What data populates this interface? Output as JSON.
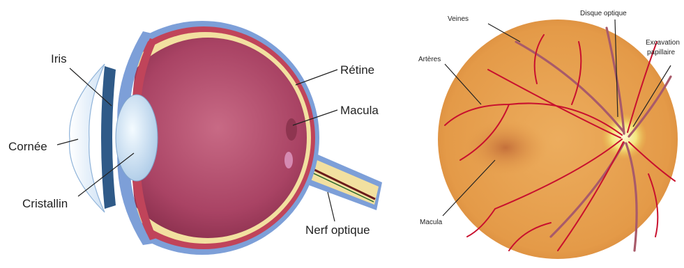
{
  "eye_cross_section": {
    "labels": {
      "iris": "Iris",
      "cornea": "Cornée",
      "lens": "Cristallin",
      "retina": "Rétine",
      "macula": "Macula",
      "optic_nerve": "Nerf optique"
    }
  },
  "fundus": {
    "labels": {
      "veins": "Veines",
      "optic_disc": "Disque optique",
      "excavation_line1": "Excavation",
      "excavation_line2": "papillaire",
      "arteries": "Artères",
      "macula": "Macula"
    }
  },
  "colors": {
    "sclera_blue": "#7d9fd8",
    "choroid_red": "#c0445a",
    "retina_yellow": "#f2e0a0",
    "vitreous": "#b8506e",
    "fundus_orange": "#e8a552",
    "vessel_red": "#c8102e",
    "optic_disc_yellow": "#f0e27a"
  }
}
